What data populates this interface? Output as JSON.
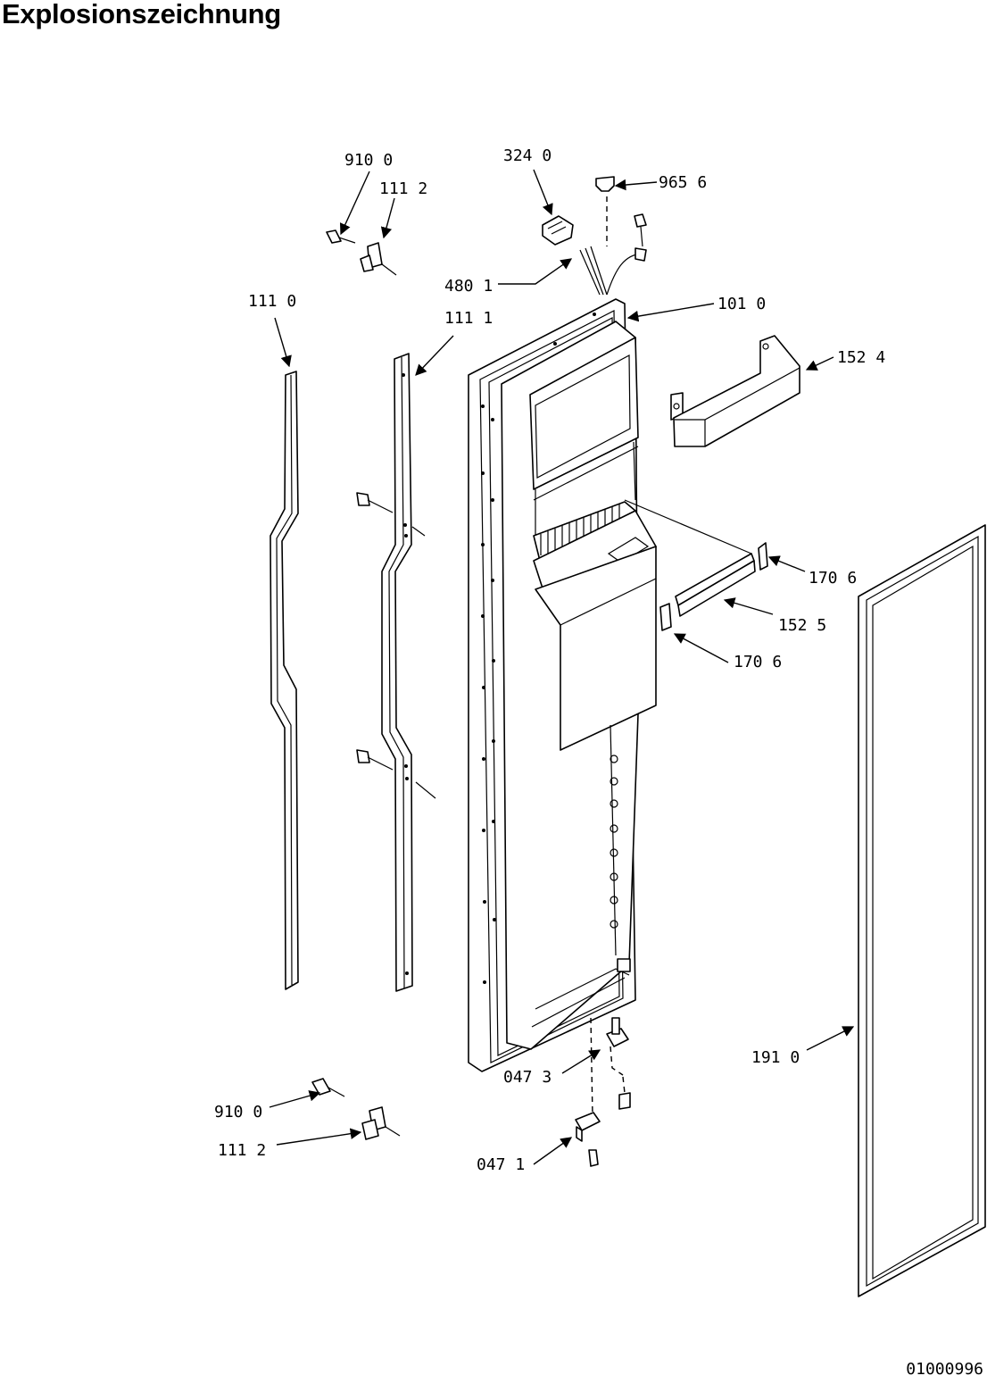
{
  "title": "Explosionszeichnung",
  "document_number": "01000996",
  "callouts": {
    "c_910_0_top": "910 0",
    "c_111_2_top": "111 2",
    "c_324_0": "324 0",
    "c_965_6": "965 6",
    "c_480_1": "480 1",
    "c_101_0": "101 0",
    "c_111_0": "111 0",
    "c_111_1": "111 1",
    "c_152_4": "152 4",
    "c_170_6_a": "170 6",
    "c_152_5": "152 5",
    "c_170_6_b": "170 6",
    "c_191_0": "191 0",
    "c_047_3": "047 3",
    "c_910_0_bottom": "910 0",
    "c_111_2_bottom": "111 2",
    "c_047_1": "047 1"
  }
}
